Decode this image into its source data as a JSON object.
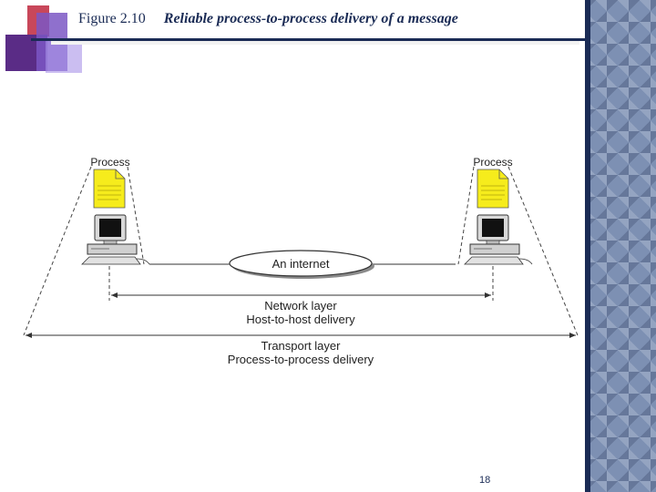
{
  "slide": {
    "figure_number": "Figure 2.10",
    "figure_caption": "Reliable process-to-process delivery of a message",
    "page_number": "18"
  },
  "diagram": {
    "left_host": {
      "label": "Process"
    },
    "right_host": {
      "label": "Process"
    },
    "internet_label": "An internet",
    "network_layer": {
      "title": "Network layer",
      "subtitle": "Host-to-host delivery"
    },
    "transport_layer": {
      "title": "Transport layer",
      "subtitle": "Process-to-process delivery"
    }
  }
}
